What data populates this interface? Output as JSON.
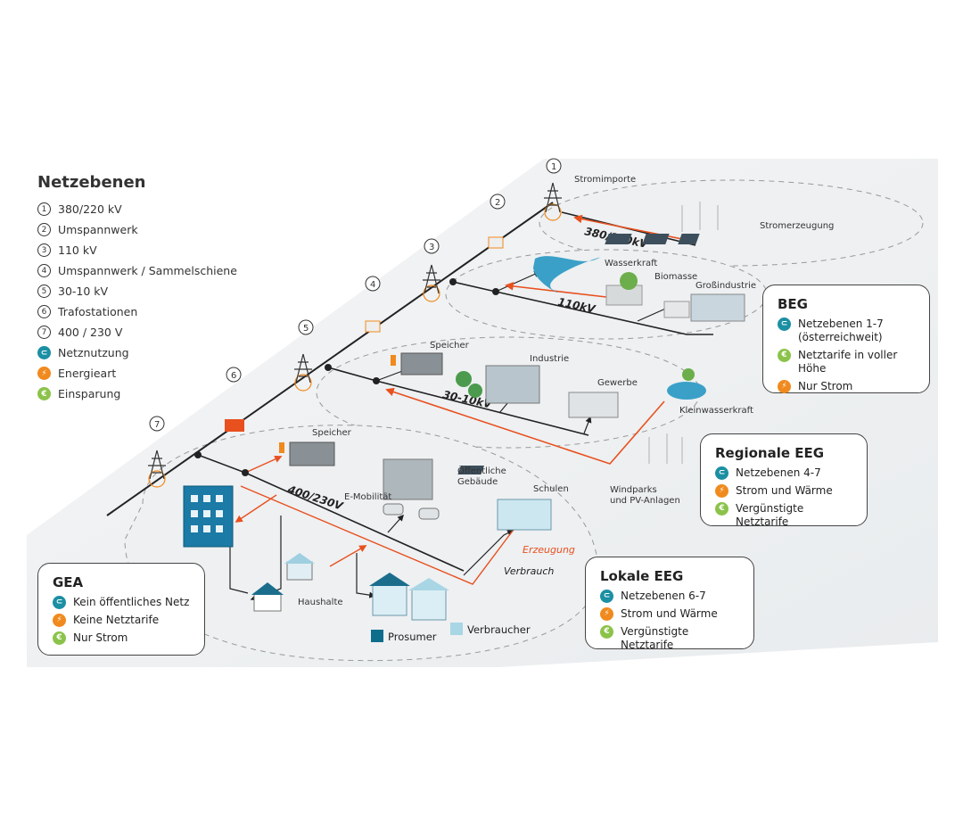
{
  "legend": {
    "title": "Netzebenen",
    "items": [
      {
        "marker": "1",
        "label": "380/220 kV"
      },
      {
        "marker": "2",
        "label": "Umspannwerk"
      },
      {
        "marker": "3",
        "label": "110 kV"
      },
      {
        "marker": "4",
        "label": "Umspannwerk / Sammelschiene"
      },
      {
        "marker": "5",
        "label": "30-10 kV"
      },
      {
        "marker": "6",
        "label": "Trafostationen"
      },
      {
        "marker": "7",
        "label": "400 / 230 V"
      }
    ],
    "types": [
      {
        "icon": "plug-icon",
        "label": "Netznutzung",
        "color": "#1b8fa3"
      },
      {
        "icon": "lightning-icon",
        "label": "Energieart",
        "color": "#f08a1e"
      },
      {
        "icon": "euro-icon",
        "label": "Einsparung",
        "color": "#8bc34a"
      }
    ]
  },
  "levels": {
    "m1": "1",
    "m2": "2",
    "m3": "3",
    "m4": "4",
    "m5": "5",
    "m6": "6",
    "m7": "7",
    "v380": "380/220kV",
    "v110": "110kV",
    "v30": "30-10kV",
    "v400": "400/230V"
  },
  "labels": {
    "stromimporte": "Stromimporte",
    "stromerzeugung": "Stromerzeugung",
    "wasserkraft": "Wasserkraft",
    "biomasse": "Biomasse",
    "grossindustrie": "Großindustrie",
    "speicher1": "Speicher",
    "industrie": "Industrie",
    "gewerbe": "Gewerbe",
    "kleinwasserkraft": "Kleinwasserkraft",
    "windparks1": "Windparks",
    "windparks2": "und PV-Anlagen",
    "speicher2": "Speicher",
    "emobilitaet": "E-Mobilität",
    "oeffentlich1": "Öffentliche",
    "oeffentlich2": "Gebäude",
    "schulen": "Schulen",
    "erzeugung": "Erzeugung",
    "verbrauch": "Verbrauch",
    "haushalte": "Haushalte",
    "prosumer": "Prosumer",
    "verbraucher": "Verbraucher"
  },
  "boxes": {
    "beg": {
      "title": "BEG",
      "rows": [
        {
          "icon": "plug-icon",
          "text": "Netzebenen 1-7",
          "text2": "(österreichweit)"
        },
        {
          "icon": "euro-icon",
          "text": "Netztarife in voller Höhe"
        },
        {
          "icon": "lightning-icon",
          "text": "Nur Strom"
        }
      ]
    },
    "regional": {
      "title": "Regionale EEG",
      "rows": [
        {
          "icon": "plug-icon",
          "text": "Netzebenen 4-7"
        },
        {
          "icon": "lightning-icon",
          "text": "Strom und Wärme"
        },
        {
          "icon": "euro-icon",
          "text": "Vergünstigte Netztarife"
        }
      ]
    },
    "lokal": {
      "title": "Lokale EEG",
      "rows": [
        {
          "icon": "plug-icon",
          "text": "Netzebenen 6-7"
        },
        {
          "icon": "lightning-icon",
          "text": "Strom und Wärme"
        },
        {
          "icon": "euro-icon",
          "text": "Vergünstigte Netztarife"
        }
      ]
    },
    "gea": {
      "title": "GEA",
      "rows": [
        {
          "icon": "plug-icon",
          "text": "Kein öffentliches Netz"
        },
        {
          "icon": "lightning-icon",
          "text": "Keine Netztarife"
        },
        {
          "icon": "euro-icon",
          "text": "Nur Strom"
        }
      ]
    }
  },
  "colors": {
    "grid": "#222222",
    "flow": "#e8501e",
    "net": "#1b8fa3",
    "energy": "#f08a1e",
    "saving": "#8bc34a",
    "prosumer": "#0f6d8c",
    "consumer": "#a9d6e5"
  }
}
